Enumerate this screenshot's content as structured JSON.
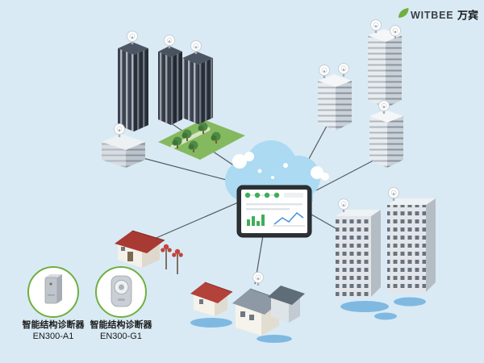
{
  "logo": {
    "brand": "WITBEE",
    "brand_cn": "万宾"
  },
  "badges": [
    {
      "label": "智能结构诊断器",
      "model": "EN300-A1"
    },
    {
      "label": "智能结构诊断器",
      "model": "EN300-G1"
    }
  ],
  "icons": {
    "sensor": "wireless-structure-sensor-dome",
    "cloud": "iot-cloud-platform",
    "tablet": "monitoring-dashboard-tablet",
    "tree": "park-tree",
    "lamp": "red-street-lamp",
    "puddle": "water-puddle"
  },
  "colors": {
    "background": "#d9eaf4",
    "accent_green": "#6fb03f",
    "cloud_blue": "#abdaf2",
    "dark_building": "#3b4452",
    "light_building": "#e8ecef",
    "red_roof": "#b2423a",
    "water": "#7fb9e2",
    "line": "#555b61",
    "dashboard_green": "#3fae5a"
  }
}
